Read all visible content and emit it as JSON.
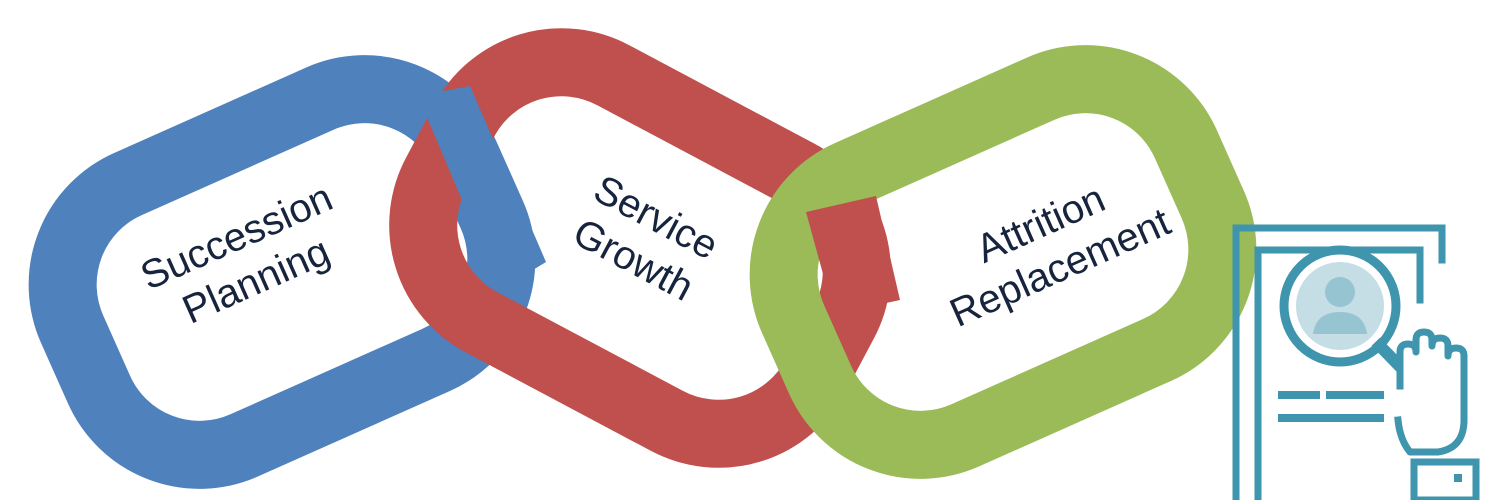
{
  "links": [
    {
      "id": "succession",
      "lines": [
        "Succession",
        "Planning"
      ],
      "color": "#4f81bd"
    },
    {
      "id": "service",
      "lines": [
        "Service",
        "Growth"
      ],
      "color": "#c0504d"
    },
    {
      "id": "attrition",
      "lines": [
        "Attrition",
        "Replacement"
      ],
      "color": "#9bbb59"
    }
  ],
  "icon": {
    "name": "candidate-search-icon",
    "color": "#3e95ad",
    "accent": "#c5dde5"
  }
}
